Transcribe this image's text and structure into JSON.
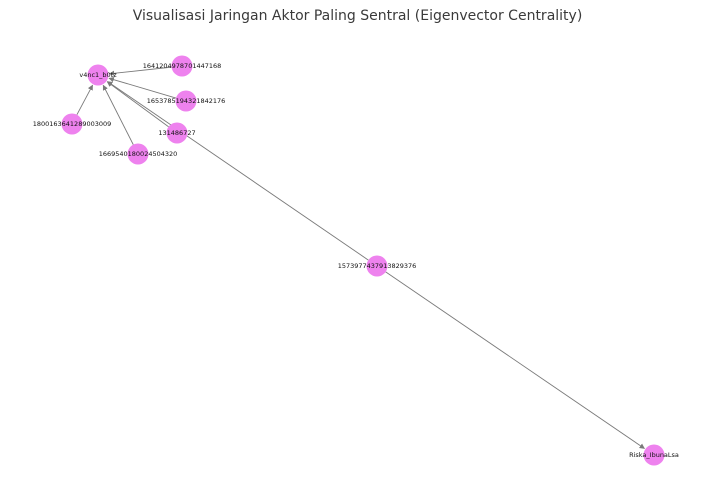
{
  "title": "Visualisasi Jaringan Aktor Paling Sentral (Eigenvector Centrality)",
  "colors": {
    "node": "#ee82ee",
    "edge": "#7a7a7a"
  },
  "nodes": [
    {
      "id": "v4nc1_b0tz",
      "label": "v4nc1_b0tz"
    },
    {
      "id": "1641204978701447168",
      "label": "1641204978701447168"
    },
    {
      "id": "1653785194321842176",
      "label": "1653785194321842176"
    },
    {
      "id": "1800163641289003009",
      "label": "1800163641289003009"
    },
    {
      "id": "131486727",
      "label": "131486727"
    },
    {
      "id": "1669540180024504320",
      "label": "1669540180024504320"
    },
    {
      "id": "1573977437913829376",
      "label": "1573977437913829376"
    },
    {
      "id": "Riska_IbunaLsa",
      "label": "Riska_IbunaLsa"
    }
  ],
  "edges": [
    {
      "source": "1641204978701447168",
      "target": "v4nc1_b0tz"
    },
    {
      "source": "1653785194321842176",
      "target": "v4nc1_b0tz"
    },
    {
      "source": "1800163641289003009",
      "target": "v4nc1_b0tz"
    },
    {
      "source": "131486727",
      "target": "v4nc1_b0tz"
    },
    {
      "source": "1669540180024504320",
      "target": "v4nc1_b0tz"
    },
    {
      "source": "1573977437913829376",
      "target": "v4nc1_b0tz"
    },
    {
      "source": "1573977437913829376",
      "target": "Riska_IbunaLsa"
    }
  ]
}
